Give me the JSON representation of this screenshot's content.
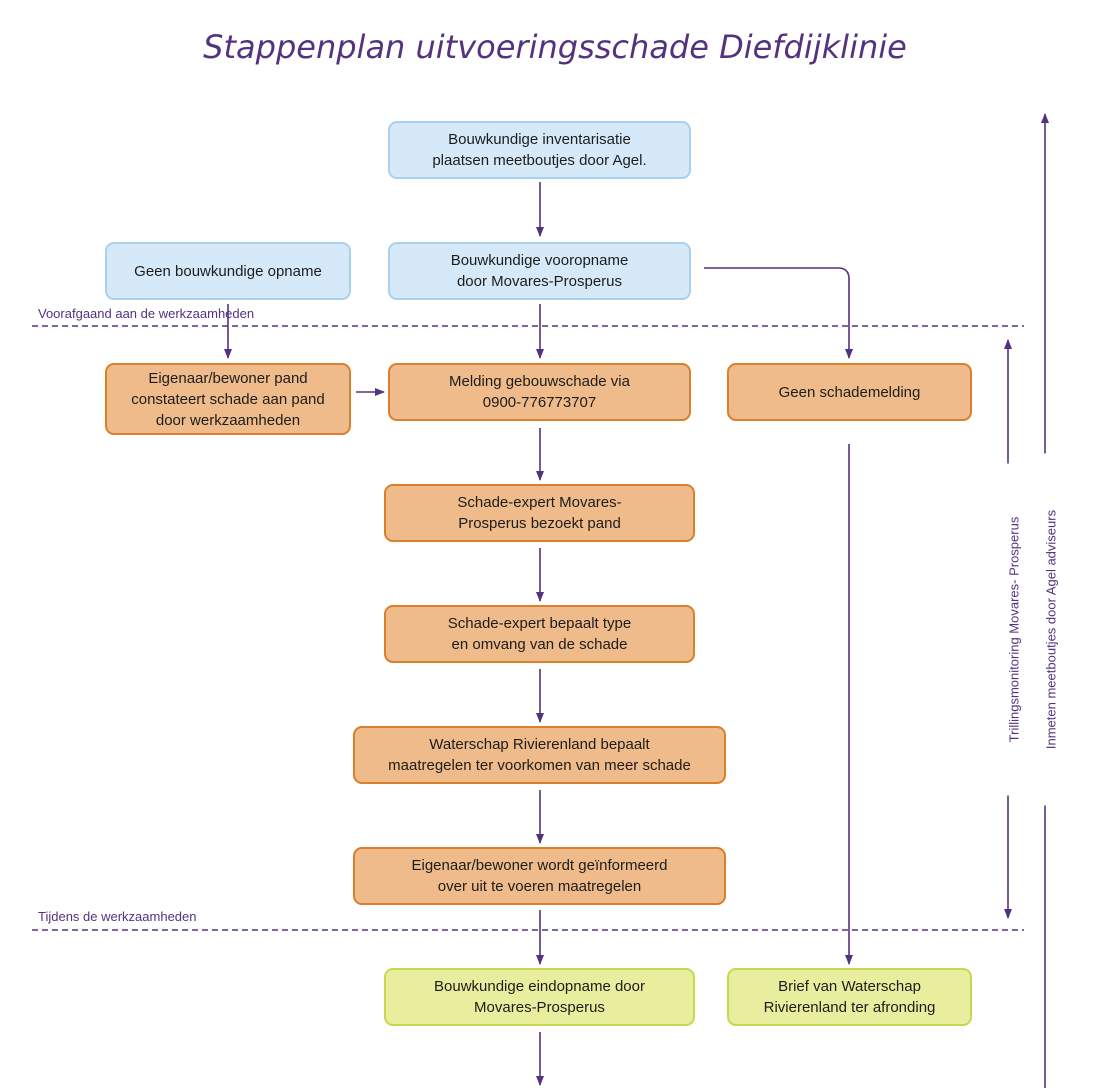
{
  "title": "Stappenplan uitvoeringsschade Diefdijklinie",
  "phases": {
    "before": "Voorafgaand aan de werkzaamheden",
    "during": "Tijdens de werkzaamheden"
  },
  "boxes": {
    "inventarisatie": "Bouwkundige inventarisatie\nplaatsen meetboutjes door Agel.",
    "geen_opname": "Geen bouwkundige opname",
    "vooropname": "Bouwkundige vooropname\ndoor Movares-Prosperus",
    "eigenaar_constateert": "Eigenaar/bewoner pand\nconstateert schade aan pand\ndoor werkzaamheden",
    "melding": "Melding gebouwschade via\n0900-776773707",
    "geen_melding": "Geen schademelding",
    "expert_bezoek": "Schade-expert Movares-\nProsperus bezoekt pand",
    "expert_bepaalt": "Schade-expert bepaalt type\nen omvang van de schade",
    "waterschap_maatregelen": "Waterschap Rivierenland bepaalt\nmaatregelen ter voorkomen van meer schade",
    "eigenaar_geinformeerd": "Eigenaar/bewoner wordt geïnformeerd\nover uit te voeren maatregelen",
    "eindopname": "Bouwkundige eindopname door\nMovares-Prosperus",
    "brief": "Brief van Waterschap\nRivierenland ter afronding"
  },
  "side_labels": {
    "trillingsmonitoring": "Trillingsmonitoring Movares- Prosperus",
    "inmeten": "Inmeten meetboutjes door Agel adviseurs"
  },
  "colors": {
    "accent": "#54327f",
    "blue_fill": "#d6e9f8",
    "orange_fill": "#efbb8a",
    "green_fill": "#e8ee9e"
  }
}
